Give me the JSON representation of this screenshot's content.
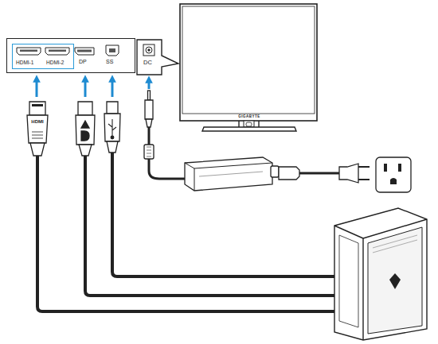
{
  "diagram": {
    "nodes": [
      {
        "text": [
          "DP",
          "SS"
        ]
      },
      {
        "text": [
          "HDMI-1",
          "HDMI-2"
        ],
        "in": 0
      },
      {
        "text": [
          "DC"
        ]
      },
      {
        "text": [
          "GIGABYTE"
        ]
      }
    ],
    "labels": [
      "HDMI"
    ]
  }
}
